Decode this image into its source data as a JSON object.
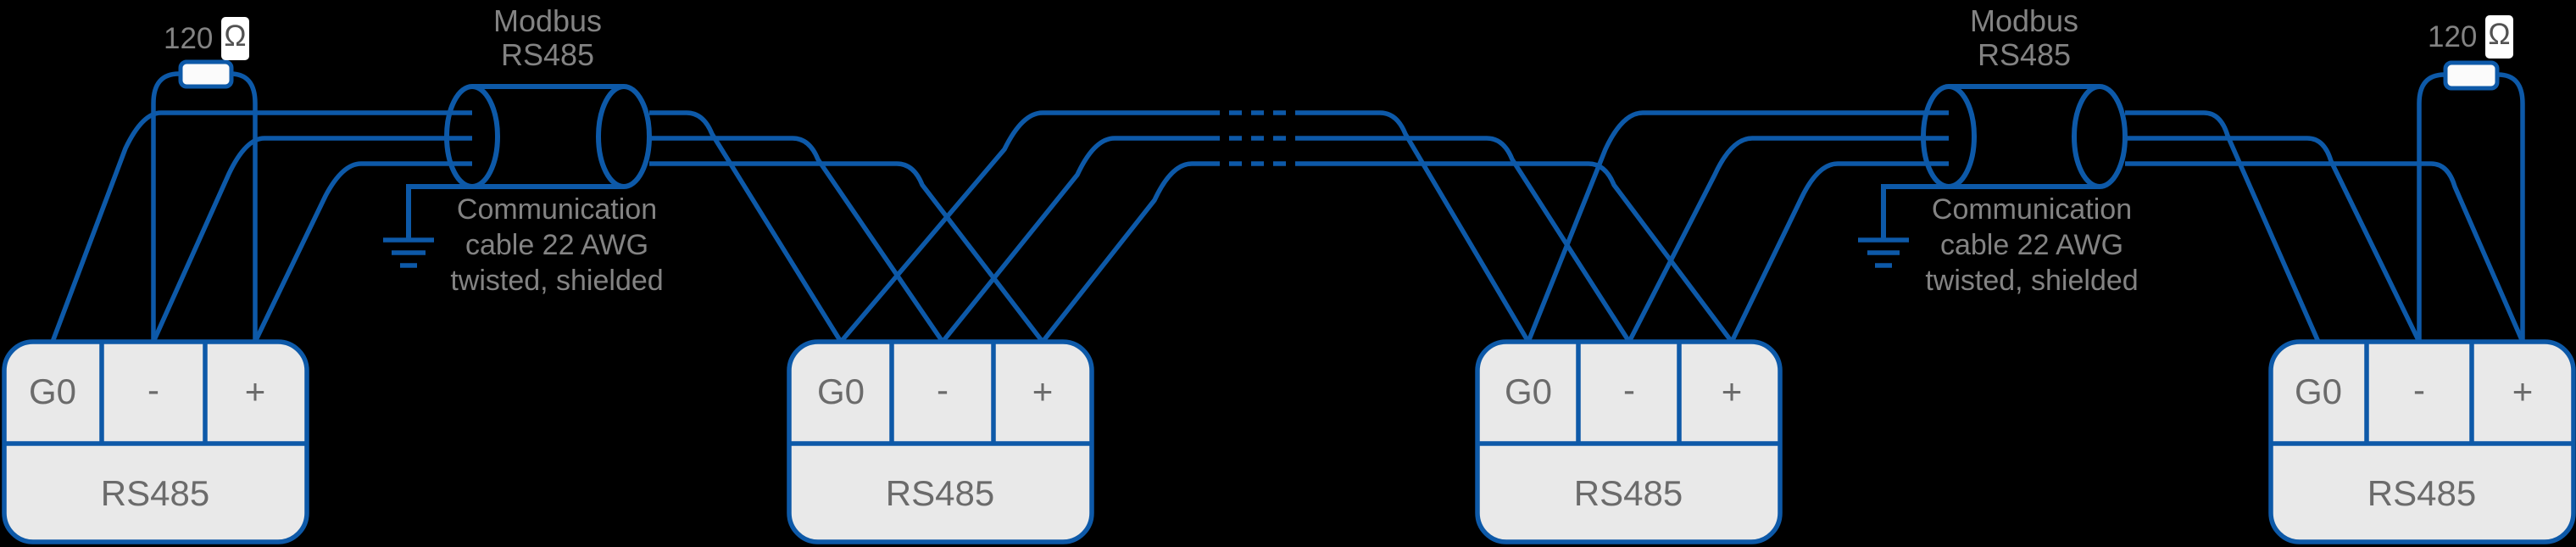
{
  "terminators": {
    "left": {
      "value": "120",
      "unit": "Ω"
    },
    "right": {
      "value": "120",
      "unit": "Ω"
    }
  },
  "cables": {
    "left": {
      "title_line1": "Modbus",
      "title_line2": "RS485",
      "note_line1": "Communication",
      "note_line2": "cable 22 AWG",
      "note_line3": "twisted, shielded"
    },
    "right": {
      "title_line1": "Modbus",
      "title_line2": "RS485",
      "note_line1": "Communication",
      "note_line2": "cable 22 AWG",
      "note_line3": "twisted, shielded"
    }
  },
  "devices": [
    {
      "terminals": [
        "G0",
        "-",
        "+"
      ],
      "port": "RS485"
    },
    {
      "terminals": [
        "G0",
        "-",
        "+"
      ],
      "port": "RS485"
    },
    {
      "terminals": [
        "G0",
        "-",
        "+"
      ],
      "port": "RS485"
    },
    {
      "terminals": [
        "G0",
        "-",
        "+"
      ],
      "port": "RS485"
    }
  ],
  "colors": {
    "wire_blue": "#0d59a8",
    "device_fill": "#e9e9e9",
    "resistor_fill": "#fbfbfb",
    "text_gray": "#838383",
    "label_gray": "#6b6b6b",
    "omega_gray": "#525252",
    "background": "#000000"
  }
}
